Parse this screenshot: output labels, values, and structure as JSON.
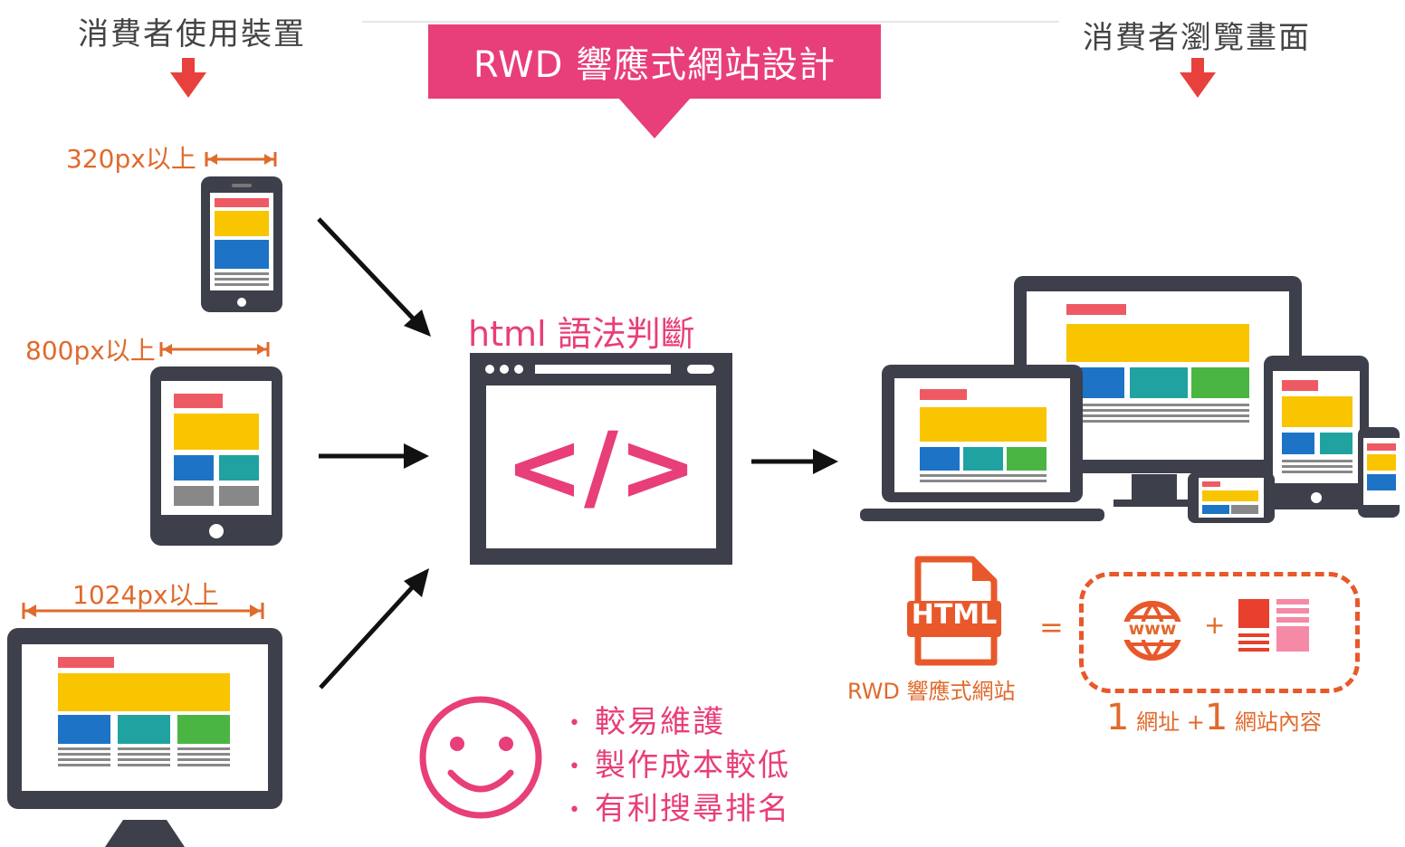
{
  "header": {
    "left_label": "消費者使用裝置",
    "right_label": "消費者瀏覽畫面",
    "title": "RWD  響應式網站設計"
  },
  "devices": [
    {
      "label": "320px以上"
    },
    {
      "label": "800px以上"
    },
    {
      "label": "1024px以上"
    }
  ],
  "center": {
    "label": "html  語法判斷",
    "code_symbol": "</>"
  },
  "benefits": [
    "較易維護",
    "製作成本較低",
    "有利搜尋排名"
  ],
  "right": {
    "html_icon_text": "HTML",
    "html_caption": "RWD  響應式網站",
    "equals": "=",
    "www_text": "www",
    "plus": "+",
    "formula_num1": "1",
    "formula_word1": "網址",
    "formula_plus": "+",
    "formula_num2": "1",
    "formula_word2": "網站內容"
  },
  "colors": {
    "accent_pink": "#e83e7a",
    "accent_orange": "#e06a2c",
    "device_dark": "#3d3f4a",
    "block_red": "#ee5a63",
    "block_yellow": "#f9c400",
    "block_blue": "#1d74c6",
    "block_teal": "#20a3a0",
    "block_green": "#4bb544",
    "block_gray": "#888888"
  }
}
